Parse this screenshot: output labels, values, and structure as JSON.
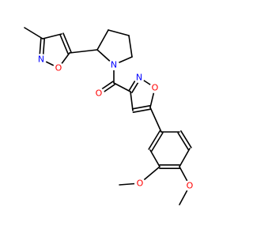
{
  "colors": {
    "bond": "#000000",
    "background": "#ffffff",
    "N": "#0000ff",
    "O": "#ff0000"
  },
  "atoms": [
    {
      "id": "n_methyl_isox",
      "label": "N",
      "element": "N",
      "name": "atom-n-methylisoxazole"
    },
    {
      "id": "o_methyl_isox",
      "label": "O",
      "element": "O",
      "name": "atom-o-methylisoxazole"
    },
    {
      "id": "n_pyrrolidine",
      "label": "N",
      "element": "N",
      "name": "atom-n-pyrrolidine"
    },
    {
      "id": "o_carbonyl",
      "label": "O",
      "element": "O",
      "name": "atom-o-carbonyl"
    },
    {
      "id": "n_aryl_isox",
      "label": "N",
      "element": "N",
      "name": "atom-n-arylisoxazole"
    },
    {
      "id": "o_aryl_isox",
      "label": "O",
      "element": "O",
      "name": "atom-o-arylisoxazole"
    },
    {
      "id": "o_methoxy_1",
      "label": "O",
      "element": "O",
      "name": "atom-o-methoxy-meta"
    },
    {
      "id": "o_methoxy_2",
      "label": "O",
      "element": "O",
      "name": "atom-o-methoxy-para"
    }
  ]
}
